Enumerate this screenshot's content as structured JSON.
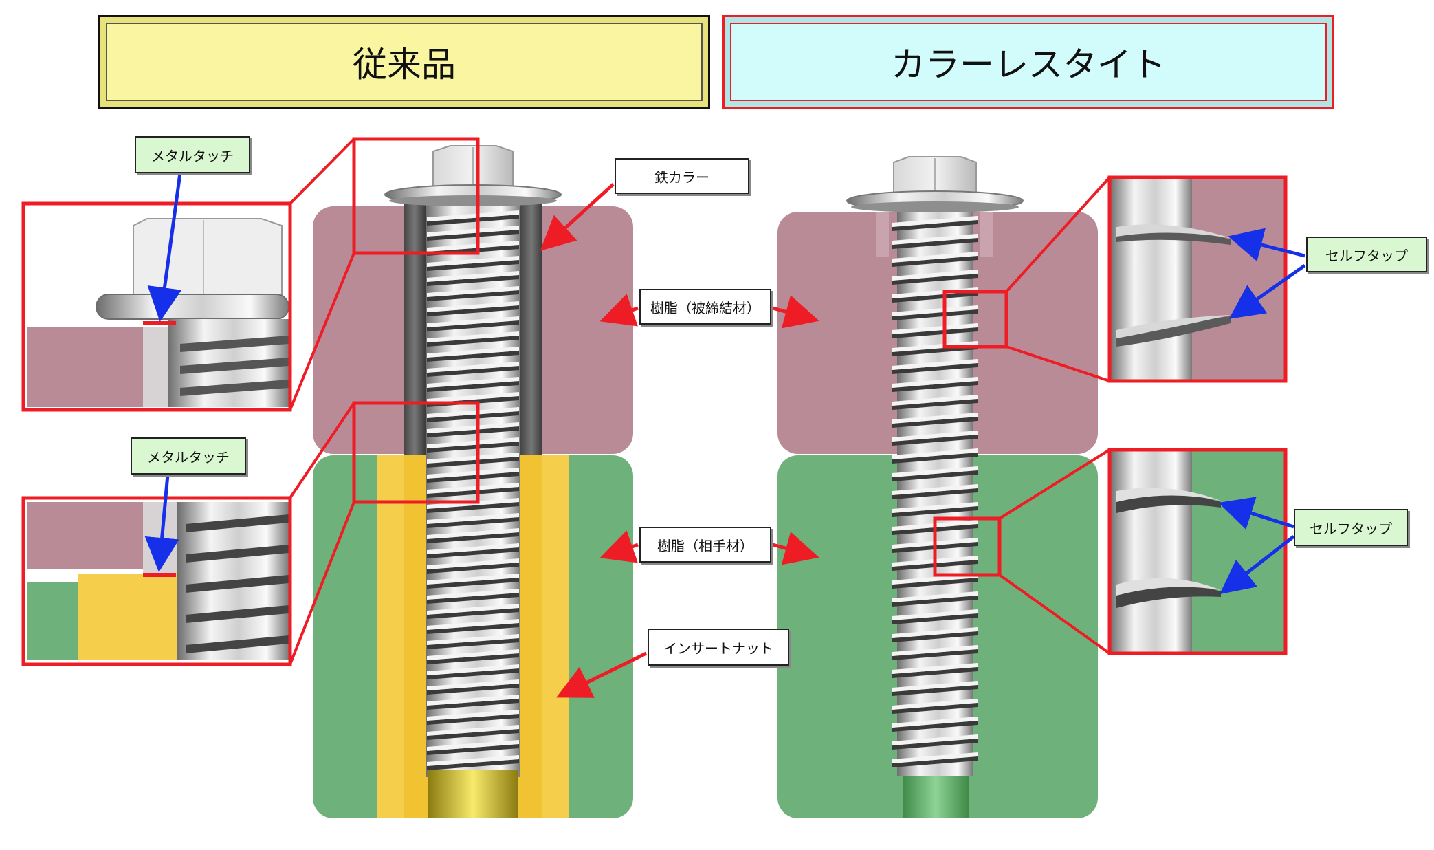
{
  "titles": {
    "left": "従来品",
    "right": "カラーレスタイト"
  },
  "labels": {
    "metal_touch_top": "メタルタッチ",
    "metal_touch_bottom": "メタルタッチ",
    "iron_collar": "鉄カラー",
    "resin_fastened": "樹脂（被締結材）",
    "resin_mating": "樹脂（相手材）",
    "insert_nut": "インサートナット",
    "self_tap_top": "セルフタップ",
    "self_tap_bottom": "セルフタップ"
  },
  "colors": {
    "title_left_bg": "#f9f5a0",
    "title_right_bg": "#d2fbfb",
    "resin_fastened": "#b98b97",
    "resin_mating": "#6fb17b",
    "insert_nut": "#f5cf4b",
    "highlight_frame": "#ee1c24",
    "pointer_blue": "#1530e8",
    "label_green": "#d9f7d0"
  }
}
